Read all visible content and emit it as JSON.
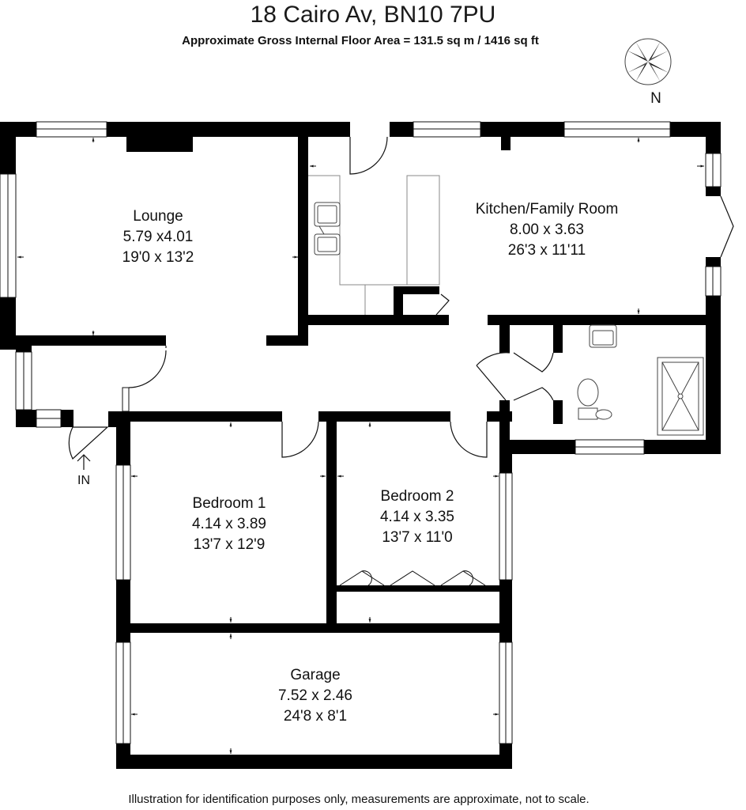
{
  "header": {
    "title": "18 Cairo Av, BN10 7PU",
    "area": "Approximate Gross Internal Floor Area = 131.5 sq m / 1416 sq ft"
  },
  "compass": {
    "label": "N"
  },
  "entrance": {
    "label": "IN"
  },
  "rooms": {
    "lounge": {
      "name": "Lounge",
      "metric": "5.79 x4.01",
      "imperial": "19'0 x 13'2"
    },
    "kitchen": {
      "name": "Kitchen/Family Room",
      "metric": "8.00 x 3.63",
      "imperial": "26'3 x 11'11"
    },
    "bedroom1": {
      "name": "Bedroom 1",
      "metric": "4.14 x 3.89",
      "imperial": "13'7 x 12'9"
    },
    "bedroom2": {
      "name": "Bedroom 2",
      "metric": "4.14 x 3.35",
      "imperial": "13'7 x 11'0"
    },
    "garage": {
      "name": "Garage",
      "metric": "7.52 x 2.46",
      "imperial": "24'8 x 8'1"
    }
  },
  "footer": {
    "disclaimer": "Illustration for identification purposes only, measurements are approximate, not to scale."
  }
}
